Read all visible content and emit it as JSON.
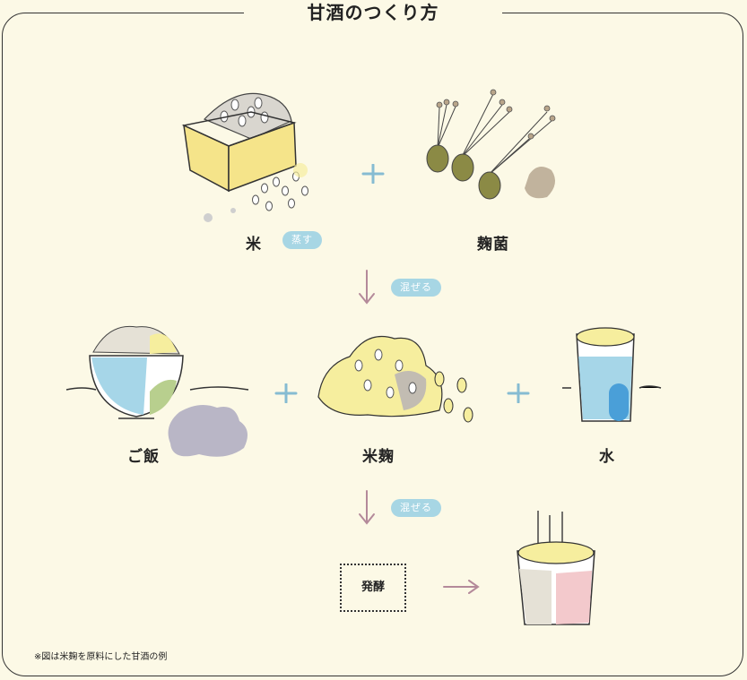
{
  "title": "甘酒のつくり方",
  "labels": {
    "rice": "米",
    "koji_mold": "麹菌",
    "cooked_rice": "ご飯",
    "rice_koji": "米麹",
    "water": "水",
    "fermentation": "発酵"
  },
  "actions": {
    "steam": "蒸す",
    "mix1": "混ぜる",
    "mix2": "混ぜる"
  },
  "footnote": "※図は米麹を原料にした甘酒の例",
  "colors": {
    "background": "#fcf9e6",
    "pill": "#a7d6e4",
    "plus": "#86bcd2",
    "arrow": "#b48a9a",
    "yellow": "#f6ee9e",
    "blue": "#a6d6e8",
    "gray": "#b9b6c6",
    "green": "#b8cf8e",
    "olive": "#8b8a45",
    "pink": "#f3c9cc"
  }
}
